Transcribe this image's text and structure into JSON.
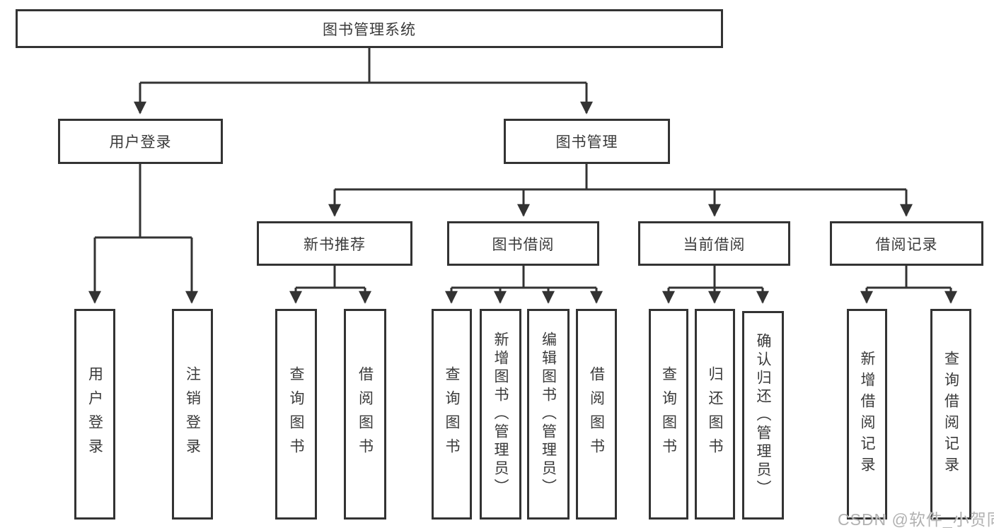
{
  "diagram": {
    "title": "图书管理系统",
    "root": {
      "label": "图书管理系统",
      "children": [
        {
          "label": "用户登录",
          "children": [
            {
              "label": "用户登录"
            },
            {
              "label": "注销登录"
            }
          ]
        },
        {
          "label": "图书管理",
          "children": [
            {
              "label": "新书推荐",
              "children": [
                {
                  "label": "查询图书"
                },
                {
                  "label": "借阅图书"
                }
              ]
            },
            {
              "label": "图书借阅",
              "children": [
                {
                  "label": "查询图书"
                },
                {
                  "label": "新增图书（管理员）"
                },
                {
                  "label": "编辑图书（管理员）"
                },
                {
                  "label": "借阅图书"
                }
              ]
            },
            {
              "label": "当前借阅",
              "children": [
                {
                  "label": "查询图书"
                },
                {
                  "label": "归还图书"
                },
                {
                  "label": "确认归还（管理员）"
                }
              ]
            },
            {
              "label": "借阅记录",
              "children": [
                {
                  "label": "新增借阅记录"
                },
                {
                  "label": "查询借阅记录"
                }
              ]
            }
          ]
        }
      ]
    },
    "colors": {
      "line": "#333333",
      "text": "#3a3a3a",
      "background": "#ffffff",
      "watermark": "#ababab"
    },
    "watermark": "CSDN @软件_小贺同学"
  }
}
